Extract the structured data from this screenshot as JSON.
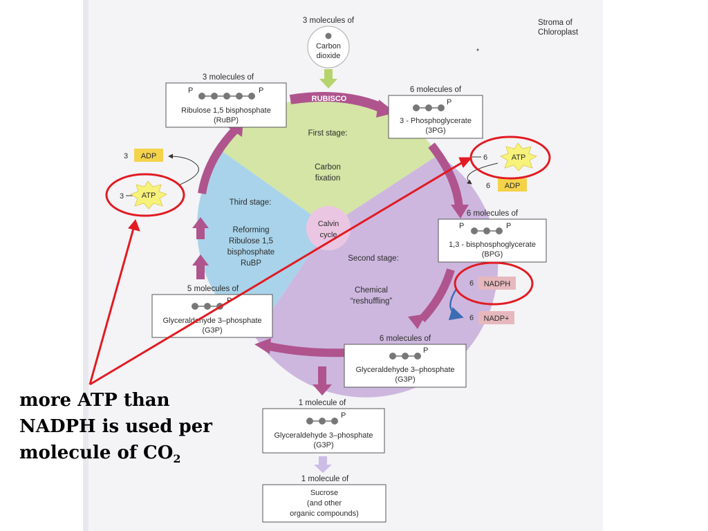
{
  "title": "Stroma of Chloroplast",
  "title_lines": [
    "Stroma of",
    "Chloroplast"
  ],
  "cycle": {
    "center": [
      "Calvin",
      "cycle"
    ],
    "enzyme": "RUBISCO",
    "stages": {
      "first": {
        "heading": "First stage:",
        "desc": [
          "Carbon",
          "fixation"
        ]
      },
      "second": {
        "heading": "Second stage:",
        "desc": [
          "Chemical",
          "“reshuffling”"
        ]
      },
      "third": {
        "heading": "Third stage:",
        "desc": [
          "Reforming",
          "Ribulose 1,5",
          "bisphosphate",
          "RuBP"
        ]
      }
    }
  },
  "molecules": {
    "co2": {
      "count": "3 molecules of",
      "name": [
        "Carbon",
        "dioxide"
      ]
    },
    "rubp": {
      "count": "3 molecules of",
      "name": "Ribulose 1,5 bisphosphate",
      "abbr": "(RuBP)"
    },
    "pg3": {
      "count": "6 molecules of",
      "name": "3 - Phosphoglycerate",
      "abbr": "(3PG)"
    },
    "bpg": {
      "count": "6 molecules of",
      "name": "1,3 - bisphosphoglycerate",
      "abbr": "(BPG)"
    },
    "g3p6": {
      "count": "6 molecules of",
      "name": "Glyceraldehyde 3–phosphate",
      "abbr": "(G3P)"
    },
    "g3p5": {
      "count": "5 molecules of",
      "name": "Glyceraldehyde 3–phosphate",
      "abbr": "(G3P)"
    },
    "g3p1": {
      "count": "1 molecule of",
      "name": "Glyceraldehyde 3–phosphate",
      "abbr": "(G3P)"
    },
    "sucrose": {
      "count": "1 molecule of",
      "name": [
        "Sucrose",
        "(and other",
        "organic compounds)"
      ]
    }
  },
  "phosphate": "P",
  "energy": {
    "atp_left": {
      "count": "3",
      "label": "ATP"
    },
    "adp_left": {
      "count": "3",
      "label": "ADP"
    },
    "atp_right": {
      "count": "6",
      "label": "ATP"
    },
    "adp_right": {
      "count": "6",
      "label": "ADP"
    },
    "nadph": {
      "count": "6",
      "label": "NADPH"
    },
    "nadp": {
      "count": "6",
      "label": "NADP+"
    }
  },
  "caption": {
    "line1": "more ATP than",
    "line2": "NADPH is used per",
    "line3": "molecule of CO",
    "sub": "2"
  },
  "colors": {
    "first_stage": "#d4e5a6",
    "second_stage": "#cdb7df",
    "third_stage": "#a9d3ea",
    "center": "#ebc6e2",
    "arrow": "#b0548e",
    "atp_burst": "#f7f27a",
    "adp_box": "#f4d24a",
    "nadph_box": "#e6b8bd",
    "highlight": "#e11b22",
    "blue_arrow": "#3c6db3"
  }
}
